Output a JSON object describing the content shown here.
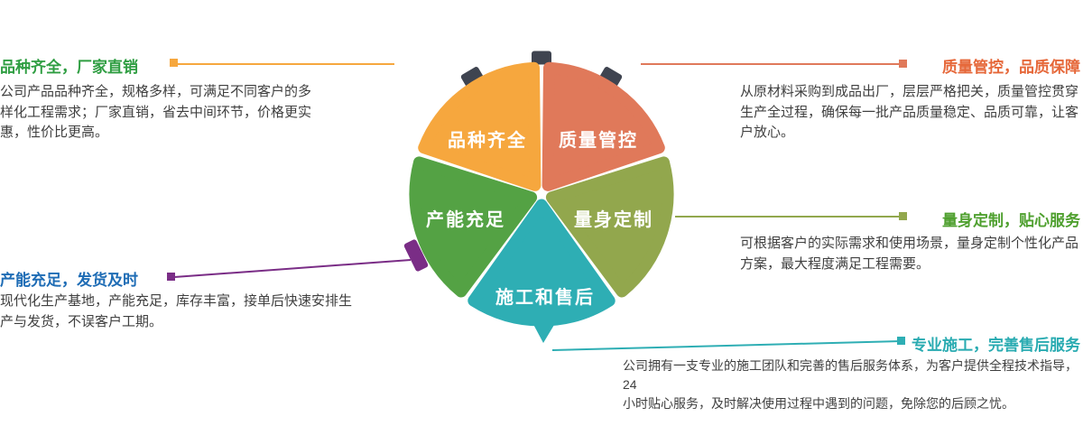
{
  "colors": {
    "amber": "#F6A73E",
    "salmon": "#E0795A",
    "green": "#54A244",
    "olive": "#92A74D",
    "teal": "#2EAEB4",
    "purple": "#7A2D86",
    "slate": "#3F4450",
    "heading_green": "#2F9E42",
    "heading_orange": "#E6683A",
    "heading_blue": "#1E6CB5",
    "heading_olive": "#4FA02F",
    "heading_teal": "#29ABB1",
    "body_text": "#3F3F3F"
  },
  "petals": [
    {
      "id": "variety",
      "label": "品种齐全",
      "color": "#F6A73E",
      "angle": -126
    },
    {
      "id": "quality",
      "label": "质量管控",
      "color": "#E0795A",
      "angle": -54
    },
    {
      "id": "capacity",
      "label": "产能充足",
      "color": "#54A244",
      "angle": 162
    },
    {
      "id": "custom",
      "label": "量身定制",
      "color": "#92A74D",
      "angle": 18
    },
    {
      "id": "construction",
      "label": "施工和售后",
      "color": "#2EAEB4",
      "angle": 90
    }
  ],
  "callouts": {
    "top_left": {
      "title": "品种齐全，厂家直销",
      "body": "公司产品品种齐全，规格多样，可满足不同客户的多样化工程需求；厂家直销，省去中间环节，价格更实惠，性价比更高。"
    },
    "top_right": {
      "title": "质量管控，品质保障",
      "body": "从原材料采购到成品出厂，层层严格把关，质量管控贯穿生产全过程，确保每一批产品质量稳定、品质可靠，让客户放心。"
    },
    "mid_left": {
      "title": "产能充足，发货及时",
      "body": "现代化生产基地，产能充足，库存丰富，接单后快速安排生产与发货，不误客户工期。"
    },
    "mid_right": {
      "title": "量身定制，贴心服务",
      "body": "可根据客户的实际需求和使用场景，量身定制个性化产品方案，最大程度满足工程需要。"
    },
    "bottom_right": {
      "title": "专业施工，完善售后服务",
      "body": "公司拥有一支专业的施工团队和完善的售后服务体系，为客户提供全程技术指导，24\n小时贴心服务，及时解决使用过程中遇到的问题，免除您的后顾之忧。"
    }
  }
}
